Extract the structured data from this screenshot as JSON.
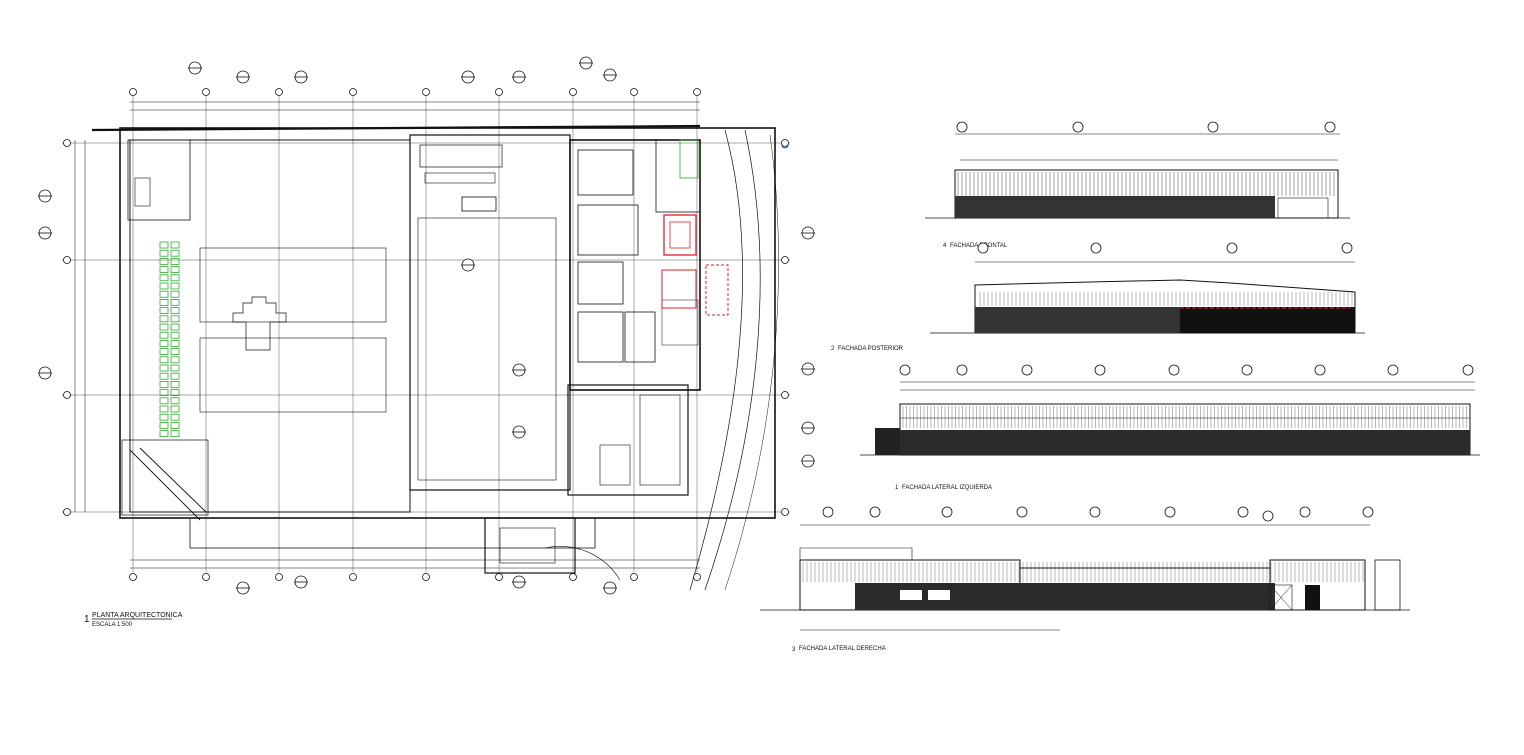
{
  "drawings": {
    "plan": {
      "number": "1",
      "title": "PLANTA ARQUITECTONICA",
      "scale_note": "ESCALA 1:500"
    },
    "elev_front": {
      "number": "4",
      "title": "FACHADA FRONTAL"
    },
    "elev_rear": {
      "number": "2",
      "title": "FACHADA POSTERIOR"
    },
    "elev_left": {
      "number": "1",
      "title": "FACHADA LATERAL IZQUIERDA"
    },
    "elev_right": {
      "number": "3",
      "title": "FACHADA LATERAL DERECHA"
    }
  },
  "colors": {
    "line": "#111111",
    "red": "#e0202a",
    "green": "#2eaa2e",
    "blue": "#1a5ad8",
    "grey": "#777777"
  }
}
